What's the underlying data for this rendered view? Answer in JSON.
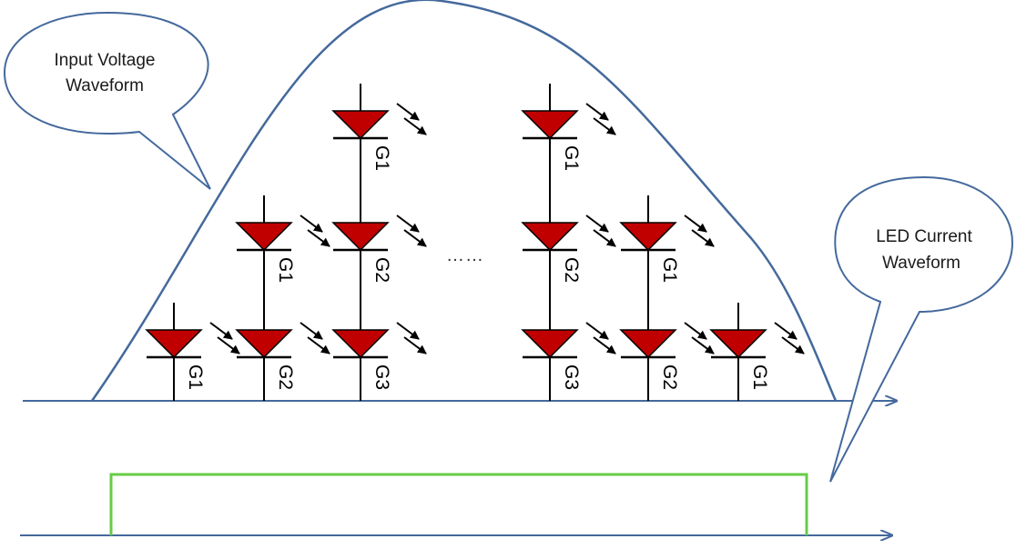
{
  "callouts": {
    "input_voltage": {
      "line1": "Input Voltage",
      "line2": "Waveform"
    },
    "led_current": {
      "line1": "LED Current",
      "line2": "Waveform"
    }
  },
  "ellipsis": "……",
  "colors": {
    "waveform": "#44699c",
    "current": "#66cc44",
    "led_fill": "#c00000",
    "wire": "#000000"
  },
  "led_columns": [
    {
      "labels": [
        "G1"
      ]
    },
    {
      "labels": [
        "G1",
        "G2"
      ]
    },
    {
      "labels": [
        "G1",
        "G2",
        "G3"
      ]
    },
    {
      "labels": [
        "G1",
        "G2",
        "G3"
      ]
    },
    {
      "labels": [
        "G1",
        "G2"
      ]
    },
    {
      "labels": [
        "G1"
      ]
    }
  ]
}
